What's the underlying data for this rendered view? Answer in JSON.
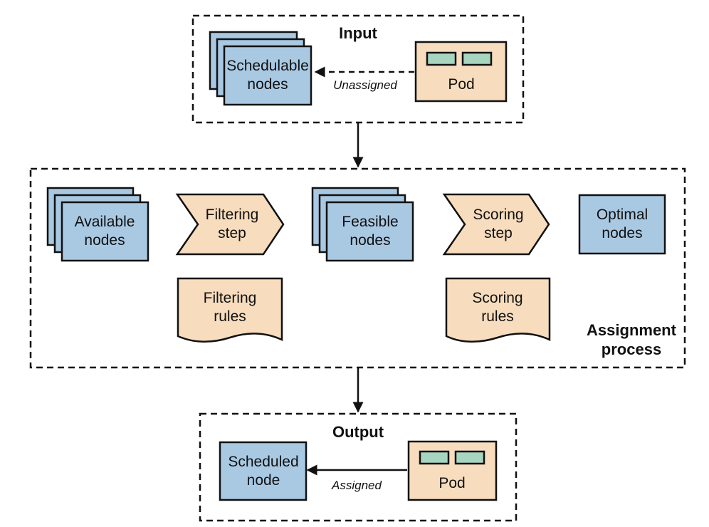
{
  "input": {
    "title": "Input",
    "schedulable_l1": "Schedulable",
    "schedulable_l2": "nodes",
    "edge_label": "Unassigned",
    "pod": "Pod"
  },
  "process": {
    "title_l1": "Assignment",
    "title_l2": "process",
    "available_l1": "Available",
    "available_l2": "nodes",
    "filtering_step_l1": "Filtering",
    "filtering_step_l2": "step",
    "feasible_l1": "Feasible",
    "feasible_l2": "nodes",
    "scoring_step_l1": "Scoring",
    "scoring_step_l2": "step",
    "optimal_l1": "Optimal",
    "optimal_l2": "nodes",
    "filtering_rules_l1": "Filtering",
    "filtering_rules_l2": "rules",
    "scoring_rules_l1": "Scoring",
    "scoring_rules_l2": "rules"
  },
  "output": {
    "title": "Output",
    "scheduled_l1": "Scheduled",
    "scheduled_l2": "node",
    "edge_label": "Assigned",
    "pod": "Pod"
  },
  "colors": {
    "node_blue": "#a9c9e3",
    "step_tan": "#f7dcbd",
    "container_green": "#a8d5bf"
  }
}
